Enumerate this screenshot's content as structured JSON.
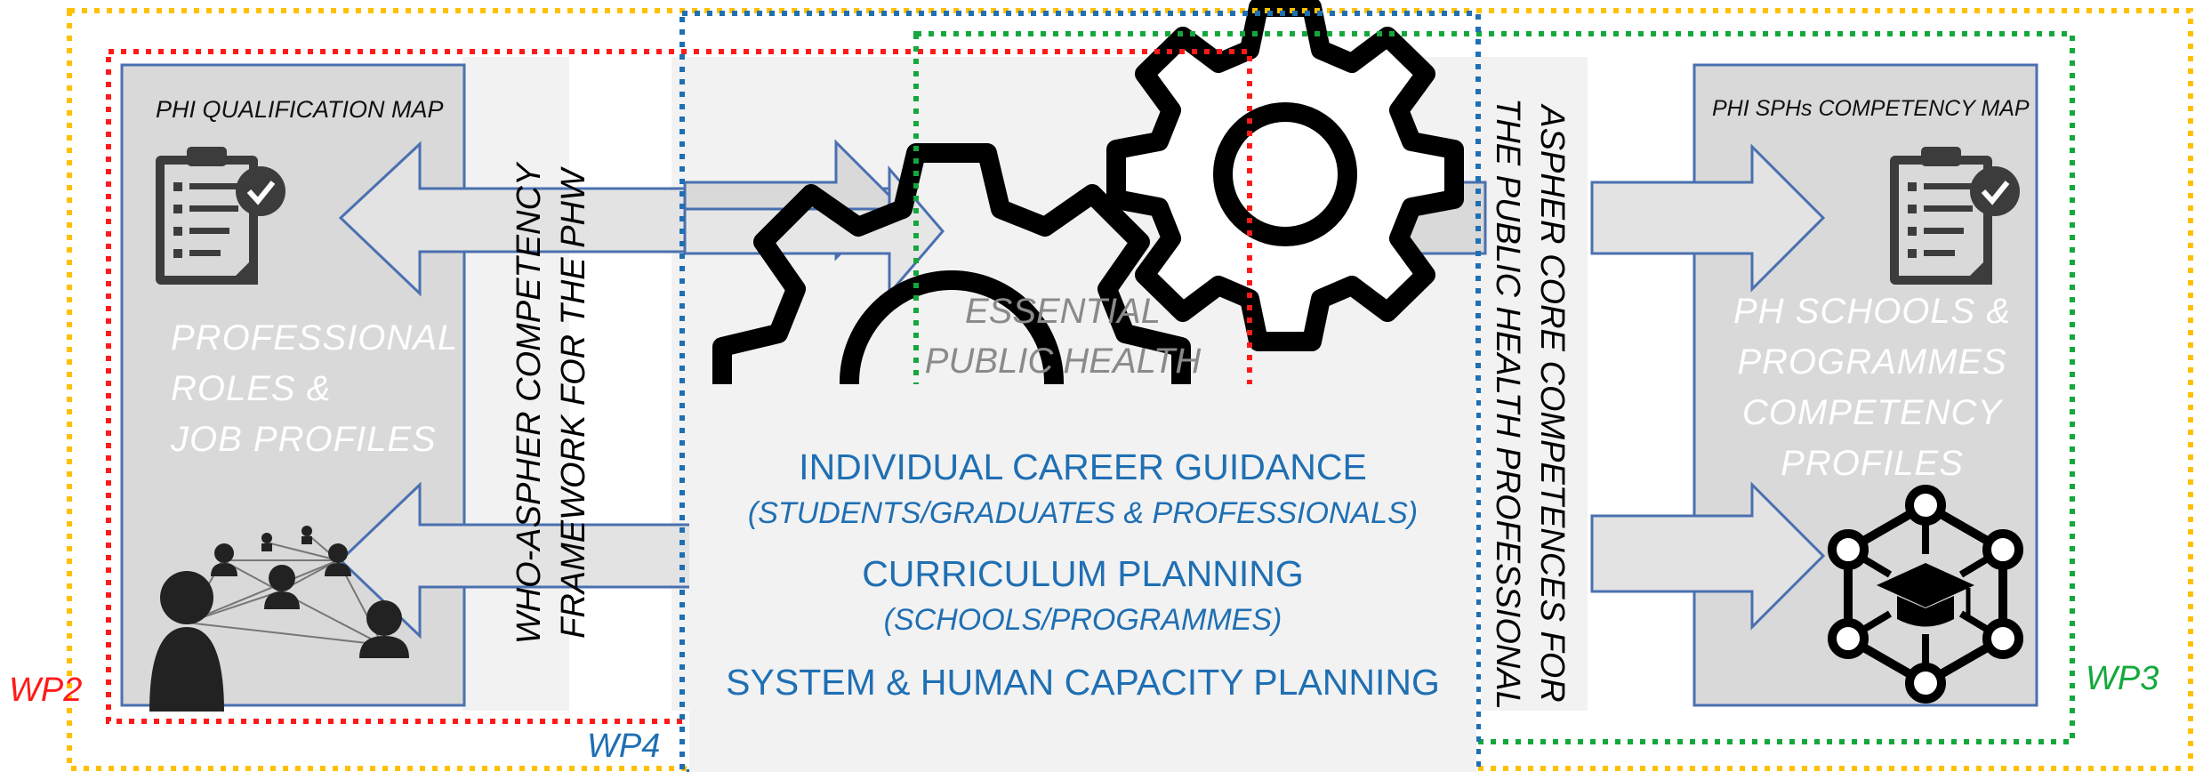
{
  "left_box": {
    "header": "PHI QUALIFICATION MAP",
    "ghost_text": [
      "PROFESSIONAL",
      "ROLES &",
      "JOB PROFILES"
    ],
    "icons": [
      "checklist-icon",
      "people-network-icon"
    ]
  },
  "right_box": {
    "header": "PHI SPHs COMPETENCY MAP",
    "ghost_text": [
      "PH SCHOOLS &",
      "PROGRAMMES",
      "COMPETENCY",
      "PROFILES"
    ],
    "icons": [
      "checklist-icon",
      "graduation-network-icon"
    ]
  },
  "vertical_labels": {
    "left": [
      "WHO-ASPHER COMPETENCY",
      "FRAMEWORK FOR THE PHW"
    ],
    "right": [
      "ASPHER CORE COMPETENCES FOR",
      "THE PUBLIC HEALTH PROFESSIONAL"
    ]
  },
  "center_ghost": [
    "ESSENTIAL",
    "PUBLIC HEALTH"
  ],
  "center_list": {
    "item1": "INDIVIDUAL CAREER GUIDANCE",
    "item1_sub": "(STUDENTS/GRADUATES & PROFESSIONALS)",
    "item2": "CURRICULUM PLANNING",
    "item2_sub": "(SCHOOLS/PROGRAMMES)",
    "item3": "SYSTEM & HUMAN CAPACITY PLANNING"
  },
  "work_packages": {
    "wp2": {
      "label": "WP2",
      "color": "#ff1a1a"
    },
    "wp3": {
      "label": "WP3",
      "color": "#14a83c"
    },
    "wp4": {
      "label": "WP4",
      "color": "#1f6fb3"
    },
    "outer": {
      "color": "#ffc000"
    }
  },
  "colors": {
    "panel_grey": "#d9d9d9",
    "panel_light": "#f2f2f2",
    "box_border": "#4a70b0",
    "text_blue": "#1f6fb3",
    "icon_dark": "#3c3c3c"
  }
}
